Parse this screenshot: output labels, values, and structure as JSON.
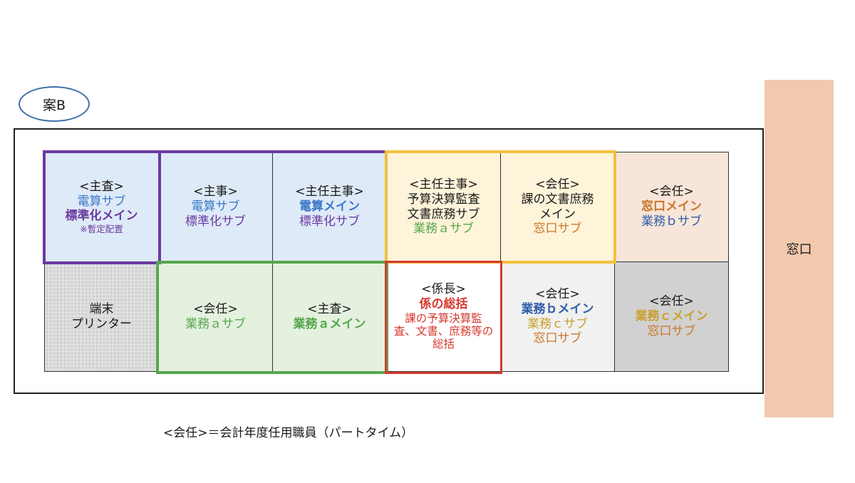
{
  "plan_label": "案B",
  "counter_label": "窓口",
  "footnote": "<会任>＝会計年度任用職員（パートタイム）",
  "colors": {
    "blue_text": "#3a78c8",
    "purple": "#6a3aa0",
    "green": "#56a64e",
    "orange": "#c8772a",
    "gold": "#c9a030",
    "red": "#d63a2f",
    "navy": "#2f5ea8",
    "yellow_border": "#f2c03c",
    "counter_fill": "#f2c9ad"
  },
  "cells": {
    "r1c1": [
      "<主査>",
      "電算サブ",
      "標準化メイン",
      "※暫定配置"
    ],
    "r1c2": [
      "<主事>",
      "電算サブ",
      "標準化サブ"
    ],
    "r1c3": [
      "<主任主事>",
      "電算メイン",
      "標準化サブ"
    ],
    "r1c4": [
      "<主任主事>",
      "予算決算監査",
      "文書庶務サブ",
      "業務ａサブ"
    ],
    "r1c5": [
      "<会任>",
      "課の文書庶務",
      "メイン",
      "窓口サブ"
    ],
    "r1c6": [
      "<会任>",
      "窓口メイン",
      "業務ｂサブ"
    ],
    "r2c1": [
      "端末",
      "プリンター"
    ],
    "r2c2": [
      "<会任>",
      "業務ａサブ"
    ],
    "r2c3": [
      "<主査>",
      "業務ａメイン"
    ],
    "r2c4": [
      "<係長>",
      "係の総括",
      "課の予算決算監",
      "査、文書、庶務等の",
      "総括"
    ],
    "r2c5": [
      "<会任>",
      "業務ｂメイン",
      "業務ｃサブ",
      "窓口サブ"
    ],
    "r2c6": [
      "<会任>",
      "業務ｃメイン",
      "窓口サブ"
    ]
  }
}
